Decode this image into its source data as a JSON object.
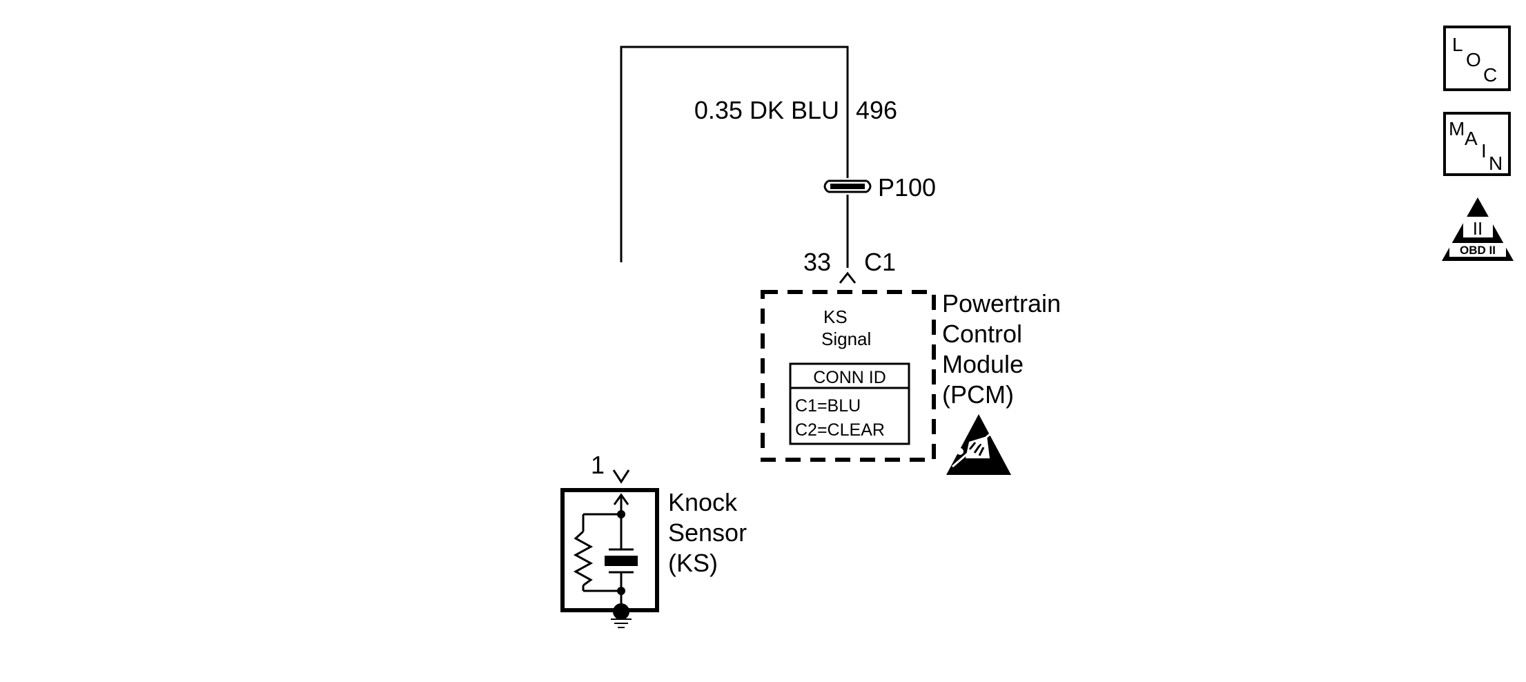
{
  "wire": {
    "gauge_color": "0.35 DK BLU",
    "circuit": "496"
  },
  "inline_connector": {
    "label": "P100"
  },
  "pcm": {
    "pin": "33",
    "connector": "C1",
    "signal_line1": "KS",
    "signal_line2": "Signal",
    "conn_id_title": "CONN ID",
    "conn_id_c1": "C1=BLU",
    "conn_id_c2": "C2=CLEAR",
    "name_line1": "Powertrain",
    "name_line2": "Control",
    "name_line3": "Module",
    "name_line4": "(PCM)"
  },
  "knock_sensor": {
    "pin": "1",
    "name_line1": "Knock",
    "name_line2": "Sensor",
    "name_line3": "(KS)"
  },
  "nav": {
    "loc": {
      "l1": "L",
      "l2": "O",
      "l3": "C"
    },
    "main": {
      "l1": "M",
      "l2": "A",
      "l3": "I",
      "l4": "N"
    },
    "obd": {
      "numeral": "II",
      "label": "OBD II"
    }
  }
}
